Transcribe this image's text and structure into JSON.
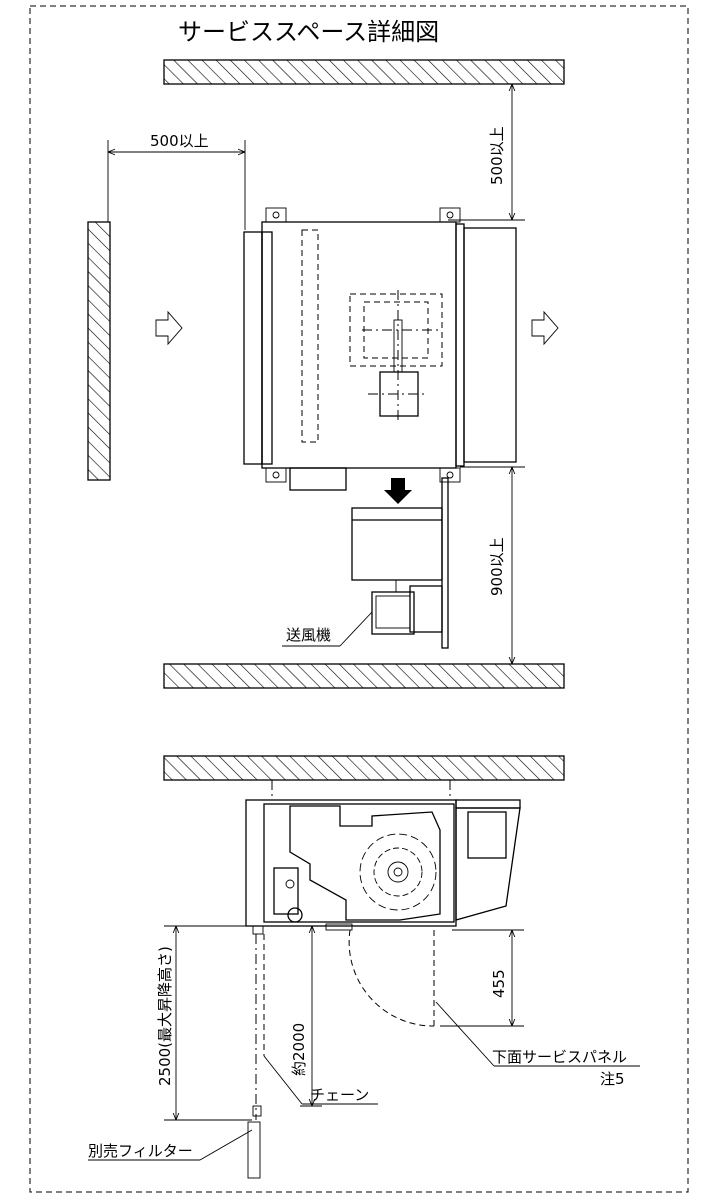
{
  "title": "サービススペース詳細図",
  "top_view": {
    "dim_left": "500以上",
    "dim_top": "500以上",
    "dim_bottom": "900以上",
    "fan_label": "送風機"
  },
  "side_view": {
    "dim_height": "2500(最大昇降高さ)",
    "dim_chain": "約2000",
    "dim_panel": "455",
    "label_panel": "下面サービスパネル",
    "label_note": "注5",
    "label_chain": "チェーン",
    "label_filter": "別売フィルター"
  }
}
